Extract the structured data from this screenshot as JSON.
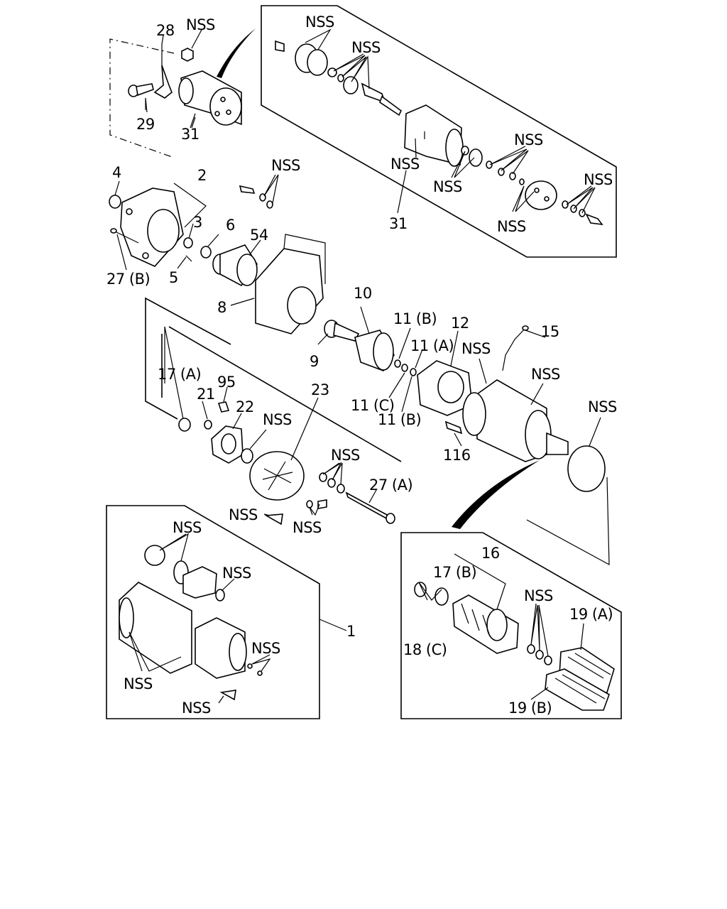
{
  "labels": {
    "p28": "28",
    "p29": "29",
    "p31a": "31",
    "nss_top_left": "NSS",
    "p31b": "31",
    "nss_b1": "NSS",
    "nss_b2": "NSS",
    "nss_b3": "NSS",
    "nss_b4": "NSS",
    "nss_b5": "NSS",
    "nss_b6": "NSS",
    "p4": "4",
    "p2": "2",
    "p3": "3",
    "p6": "6",
    "p54": "54",
    "p5": "5",
    "p27b": "27 (B)",
    "nss_c1": "NSS",
    "p8": "8",
    "p10": "10",
    "p9": "9",
    "p11b1": "11 (B)",
    "p11a": "11 (A)",
    "p11c": "11 (C)",
    "p11b2": "11 (B)",
    "p12": "12",
    "p15": "15",
    "nss_c2": "NSS",
    "nss_c3": "NSS",
    "p116": "116",
    "nss_c4": "NSS",
    "p17a": "17 (A)",
    "p95": "95",
    "p21": "21",
    "p22": "22",
    "p23": "23",
    "nss_d1": "NSS",
    "nss_d2": "NSS",
    "p27a": "27 (A)",
    "nss_d3": "NSS",
    "nss_d4": "NSS",
    "nss_e1": "NSS",
    "nss_e2": "NSS",
    "p1": "1",
    "nss_e3": "NSS",
    "nss_e4": "NSS",
    "nss_e5": "NSS",
    "p16": "16",
    "p17b": "17 (B)",
    "nss_f1": "NSS",
    "p19a": "19 (A)",
    "p18c": "18 (C)",
    "p19b": "19 (B)"
  }
}
